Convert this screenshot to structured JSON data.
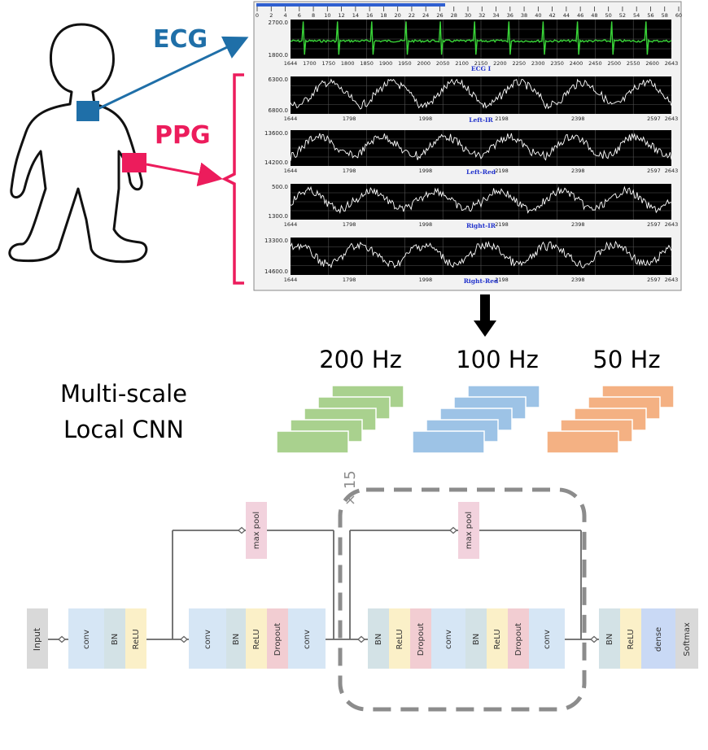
{
  "sensors": {
    "ecg_label": "ECG",
    "ppg_label": "PPG",
    "ecg_color": "#1f6fa8",
    "ppg_color": "#ec1c5c"
  },
  "monitor": {
    "top_ruler_ticks": [
      "0",
      "2",
      "4",
      "6",
      "8",
      "10",
      "12",
      "14",
      "16",
      "18",
      "20",
      "22",
      "24",
      "26",
      "28",
      "30",
      "32",
      "34",
      "36",
      "38",
      "40",
      "42",
      "44",
      "46",
      "48",
      "50",
      "52",
      "54",
      "56",
      "58",
      "60"
    ],
    "panels": [
      {
        "name": "ECG I",
        "ymax": "2700.0",
        "ymin": "1800.0",
        "x_ticks": [
          "1644",
          "1700",
          "1750",
          "1800",
          "1850",
          "1900",
          "1950",
          "2000",
          "2050",
          "2100",
          "2150",
          "2200",
          "2250",
          "2300",
          "2350",
          "2400",
          "2450",
          "2500",
          "2550",
          "2600",
          "2643"
        ],
        "trace_color": "#39d438"
      },
      {
        "name": "Left-IR",
        "ymax": "6300.0",
        "ymin": "6800.0",
        "x_ticks": [
          "1644",
          "1798",
          "1998",
          "2198",
          "2398",
          "2597",
          "2643"
        ],
        "trace_color": "#ffffff"
      },
      {
        "name": "Left-Red",
        "ymax": "13600.0",
        "ymin": "14200.0",
        "x_ticks": [
          "1644",
          "1798",
          "1998",
          "2198",
          "2398",
          "2597",
          "2643"
        ],
        "trace_color": "#ffffff"
      },
      {
        "name": "Right-IR",
        "ymax": "500.0",
        "ymin": "1300.0",
        "x_ticks": [
          "1644",
          "1798",
          "1998",
          "2198",
          "2398",
          "2597",
          "2643"
        ],
        "trace_color": "#ffffff"
      },
      {
        "name": "Right-Red",
        "ymax": "13300.0",
        "ymin": "14600.0",
        "x_ticks": [
          "1644",
          "1798",
          "1998",
          "2198",
          "2398",
          "2597",
          "2643"
        ],
        "trace_color": "#ffffff"
      }
    ]
  },
  "multiscale": {
    "title_line1": "Multi-scale",
    "title_line2": "Local CNN",
    "scales": [
      {
        "label": "200 Hz",
        "color": "#a9d18e"
      },
      {
        "label": "100 Hz",
        "color": "#9dc3e6"
      },
      {
        "label": "50 Hz",
        "color": "#f4b183"
      }
    ]
  },
  "network": {
    "repeat_label": "× 15",
    "blocks": {
      "input": "Input",
      "conv": "conv",
      "bn": "BN",
      "relu": "ReLU",
      "dropout": "Dropout",
      "maxpool": "max pool",
      "dense": "dense",
      "softmax": "Softmax"
    },
    "colors": {
      "input": "#d9d9d9",
      "conv": "#d6e6f5",
      "bn": "#d3e2e6",
      "relu": "#fbf0c8",
      "dropout": "#f2cdd2",
      "maxpool": "#f2d2dd",
      "dense": "#c9d9f5",
      "softmax": "#d9d9d9"
    }
  }
}
